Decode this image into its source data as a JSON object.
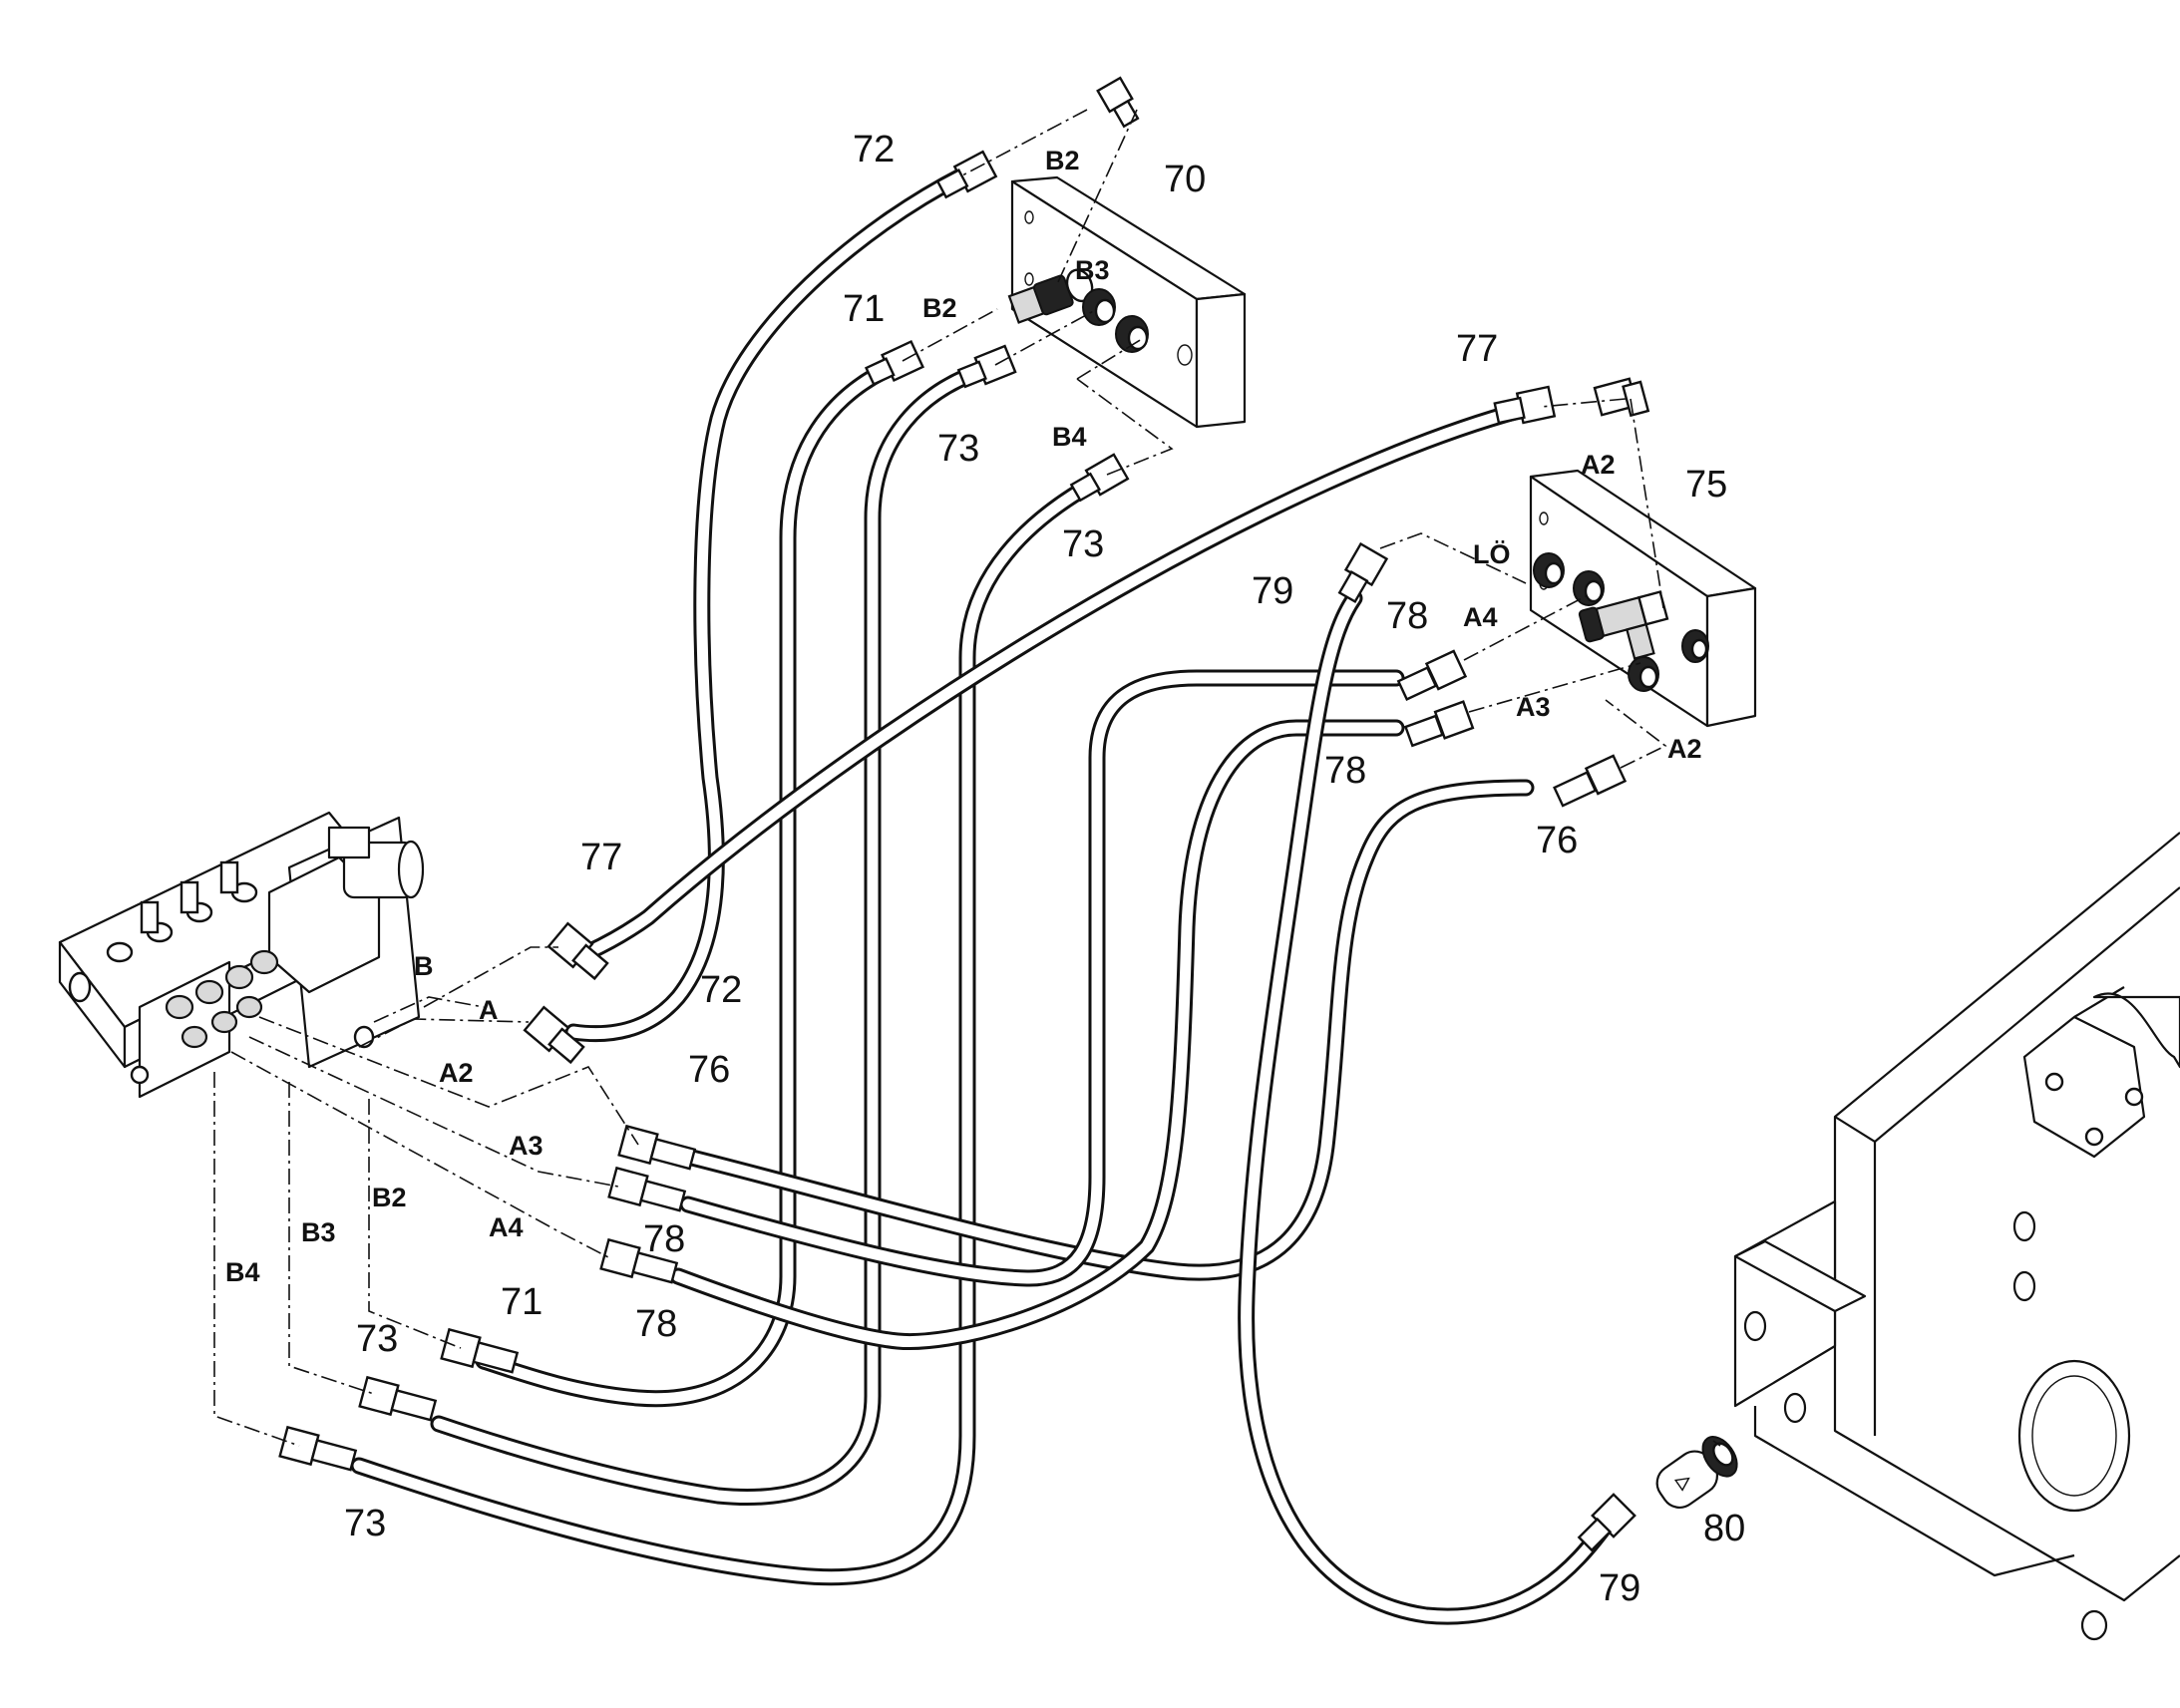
{
  "part_numbers": [
    {
      "id": "n72a",
      "text": "72"
    },
    {
      "id": "n70",
      "text": "70"
    },
    {
      "id": "n71a",
      "text": "71"
    },
    {
      "id": "n73a",
      "text": "73"
    },
    {
      "id": "n73b",
      "text": "73"
    },
    {
      "id": "n77a",
      "text": "77"
    },
    {
      "id": "n75",
      "text": "75"
    },
    {
      "id": "n79a",
      "text": "79"
    },
    {
      "id": "n78a",
      "text": "78"
    },
    {
      "id": "n78b",
      "text": "78"
    },
    {
      "id": "n76a",
      "text": "76"
    },
    {
      "id": "n77b",
      "text": "77"
    },
    {
      "id": "n72b",
      "text": "72"
    },
    {
      "id": "n76b",
      "text": "76"
    },
    {
      "id": "n78c",
      "text": "78"
    },
    {
      "id": "n78d",
      "text": "78"
    },
    {
      "id": "n71b",
      "text": "71"
    },
    {
      "id": "n73c",
      "text": "73"
    },
    {
      "id": "n73d",
      "text": "73"
    },
    {
      "id": "n80",
      "text": "80"
    },
    {
      "id": "n79b",
      "text": "79"
    }
  ],
  "port_labels": [
    {
      "id": "pB2top",
      "text": "B2"
    },
    {
      "id": "pB2plate",
      "text": "B2"
    },
    {
      "id": "pB3plate",
      "text": "B3"
    },
    {
      "id": "pB4plate",
      "text": "B4"
    },
    {
      "id": "pA2top",
      "text": "A2"
    },
    {
      "id": "pLO",
      "text": "LÖ"
    },
    {
      "id": "pA4plate",
      "text": "A4"
    },
    {
      "id": "pA3plate",
      "text": "A3"
    },
    {
      "id": "pA2plate",
      "text": "A2"
    },
    {
      "id": "pB",
      "text": "B"
    },
    {
      "id": "pA",
      "text": "A"
    },
    {
      "id": "pA2valve",
      "text": "A2"
    },
    {
      "id": "pA3valve",
      "text": "A3"
    },
    {
      "id": "pA4valve",
      "text": "A4"
    },
    {
      "id": "pB2valve",
      "text": "B2"
    },
    {
      "id": "pB3valve",
      "text": "B3"
    },
    {
      "id": "pB4valve",
      "text": "B4"
    }
  ]
}
